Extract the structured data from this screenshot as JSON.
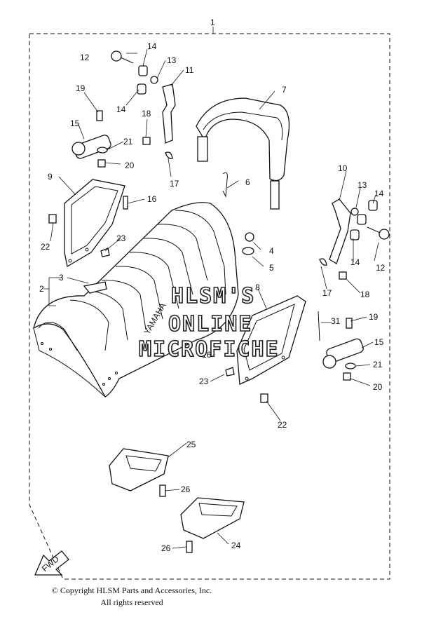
{
  "callouts": {
    "c1": "1",
    "c2": "2",
    "c3": "3",
    "c4": "4",
    "c5": "5",
    "c6": "6",
    "c7": "7",
    "c8": "8",
    "c9": "9",
    "c10": "10",
    "c11": "11",
    "c12a": "12",
    "c12b": "12",
    "c13a": "13",
    "c13b": "13",
    "c14a": "14",
    "c14b": "14",
    "c14c": "14",
    "c14d": "14",
    "c15a": "15",
    "c15b": "15",
    "c16a": "16",
    "c16b": "16",
    "c17a": "17",
    "c17b": "17",
    "c18a": "18",
    "c18b": "18",
    "c19a": "19",
    "c19b": "19",
    "c20a": "20",
    "c20b": "20",
    "c21a": "21",
    "c21b": "21",
    "c22a": "22",
    "c22b": "22",
    "c23a": "23",
    "c23b": "23",
    "c24": "24",
    "c25": "25",
    "c26a": "26",
    "c26b": "26",
    "c31": "31"
  },
  "seat_logo": "YAMAHA",
  "watermark": {
    "line1": "HLSM'S",
    "line2": "ONLINE",
    "line3": "MICROFICHE"
  },
  "fwd_label": "FWD",
  "copyright": {
    "line1": "© Copyright HLSM Parts and Accessories, Inc.",
    "line2": "All rights reserved"
  }
}
